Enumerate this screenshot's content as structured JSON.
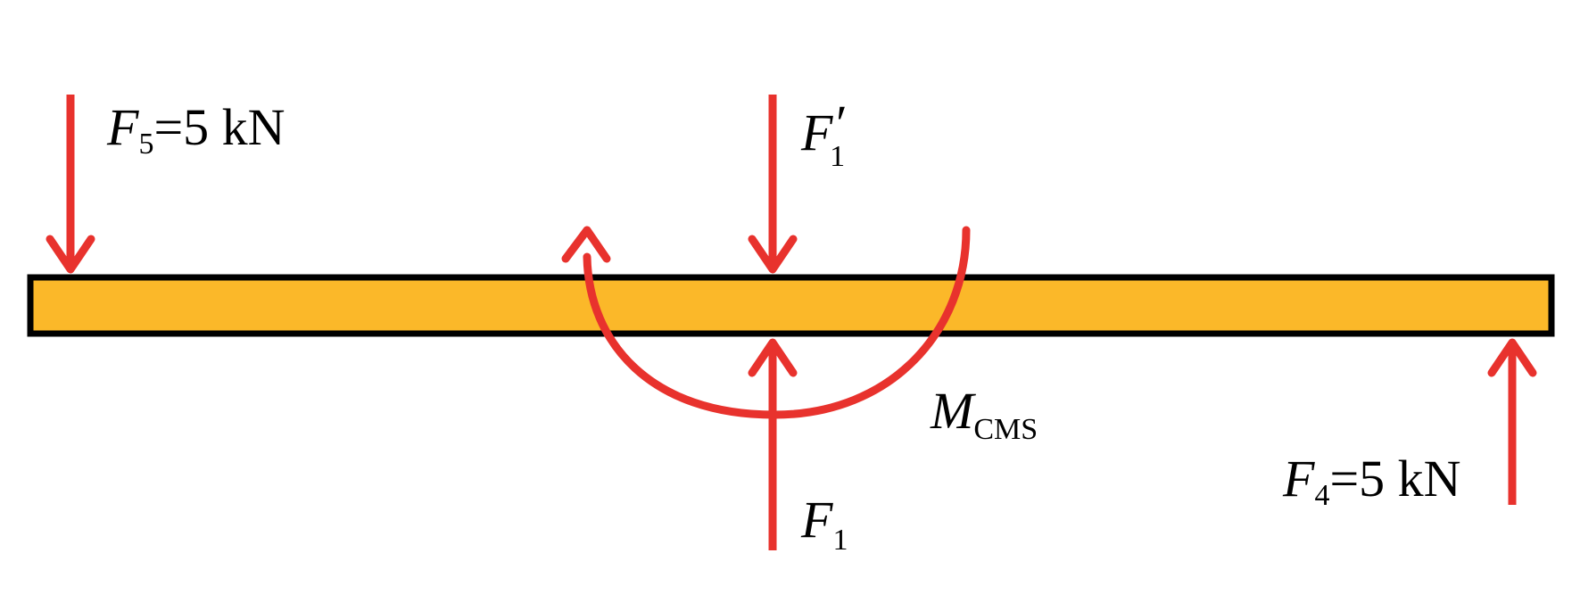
{
  "colors": {
    "background": "#ffffff",
    "beam_fill": "#fbb829",
    "beam_stroke": "#000000",
    "force_arrow": "#e8322d",
    "text": "#000000"
  },
  "labels": {
    "f5": {
      "symbol": "F",
      "subscript": "5",
      "value": "=5 kN"
    },
    "f1_prime": {
      "symbol": "F",
      "prime": "′",
      "subscript": "1"
    },
    "f1": {
      "symbol": "F",
      "subscript": "1"
    },
    "m_cms": {
      "symbol": "M",
      "subscript": "CMS"
    },
    "f4": {
      "symbol": "F",
      "subscript": "4",
      "value": "=5 kN"
    }
  }
}
